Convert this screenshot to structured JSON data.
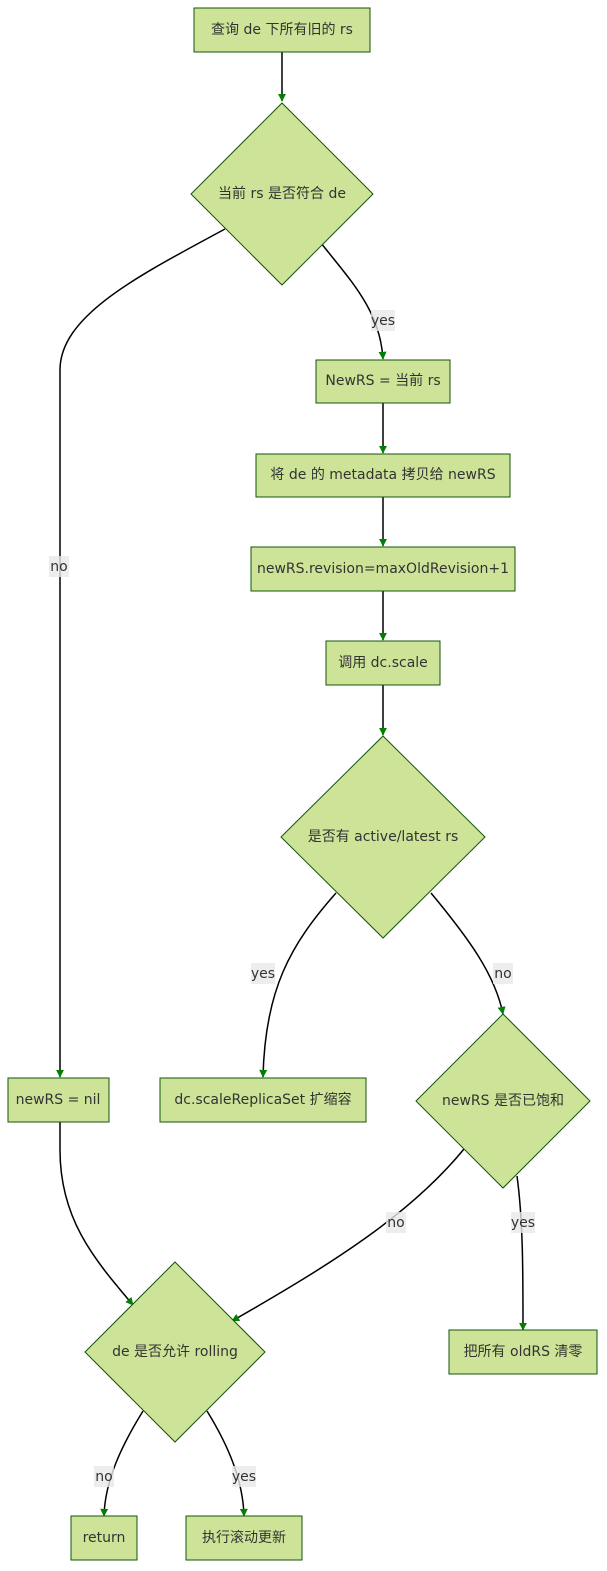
{
  "colors": {
    "node_fill": "#cde498",
    "node_stroke": "#13540c",
    "edge": "#000000",
    "arrow": "#008000",
    "label_bg": "#e8e8e8"
  },
  "nodes": {
    "query_old_rs": "查询 de 下所有旧的 rs",
    "rs_matches_de": "当前 rs 是否符合 de",
    "newrs_eq_current": "NewRS = 当前 rs",
    "copy_metadata": "将 de 的 metadata 拷贝给 newRS",
    "set_revision": "newRS.revision=maxOldRevision+1",
    "call_dc_scale": "调用 dc.scale",
    "has_active_latest": "是否有 active/latest rs",
    "scale_replicaset": "dc.scaleReplicaSet 扩缩容",
    "newrs_saturated": "newRS 是否已饱和",
    "newrs_nil": "newRS = nil",
    "allow_rolling": "de 是否允许 rolling",
    "clear_oldrs": "把所有 oldRS 清零",
    "return": "return",
    "do_rolling_update": "执行滚动更新"
  },
  "edge_labels": {
    "matches_yes": "yes",
    "matches_no": "no",
    "active_yes": "yes",
    "active_no": "no",
    "saturated_no": "no",
    "saturated_yes": "yes",
    "rolling_no": "no",
    "rolling_yes": "yes"
  }
}
